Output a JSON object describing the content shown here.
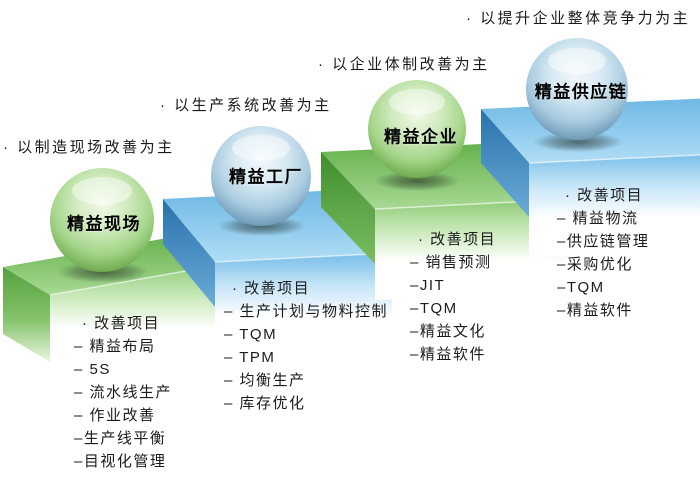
{
  "background": "#ffffff",
  "palette": {
    "green_top": "#6ab452",
    "green_top_light": "#a6d892",
    "green_side_dark": "#3f8e2e",
    "blue_top": "#72bae5",
    "blue_top_light": "#aedcf6",
    "blue_side_dark": "#2a72ac",
    "text": "#1a1a1a"
  },
  "stages": [
    {
      "caption": "· 以制造现场改善为主",
      "ball": "精益现场",
      "items": [
        "· 改善项目",
        "– 精益布局",
        "– 5S",
        "– 流水线生产",
        "– 作业改善",
        "–生产线平衡",
        "–目视化管理"
      ]
    },
    {
      "caption": "· 以生产系统改善为主",
      "ball": "精益工厂",
      "items": [
        "· 改善项目",
        "– 生产计划与物料控制",
        "– TQM",
        "– TPM",
        "– 均衡生产",
        "– 库存优化"
      ]
    },
    {
      "caption": "· 以企业体制改善为主",
      "ball": "精益企业",
      "items": [
        "· 改善项目",
        "– 销售预测",
        "–JIT",
        "–TQM",
        "–精益文化",
        "–精益软件"
      ]
    },
    {
      "caption": "· 以提升企业整体竞争力为主",
      "ball": "精益供应链",
      "items": [
        "· 改善项目",
        "– 精益物流",
        "–供应链管理",
        "–采购优化",
        "–TQM",
        "–精益软件"
      ]
    }
  ]
}
